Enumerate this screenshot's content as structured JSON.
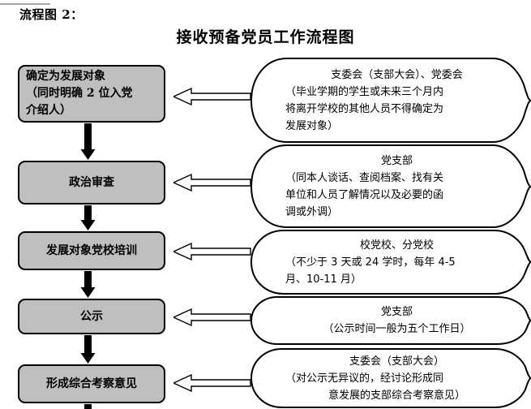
{
  "document": {
    "label": "流程图 2：",
    "title": "接收预备党员工作流程图"
  },
  "colors": {
    "box_fill": "#BFBFBF",
    "box_border": "#000000",
    "bubble_fill": "#FFFFFF",
    "bubble_border": "#000000",
    "arrow_solid": "#000000",
    "rule": "#A6A6A6",
    "text": "#000000"
  },
  "flow": {
    "steps": [
      {
        "id": "step-1",
        "box_label": "确定为发展对象\n（同时明确 2 位入党\n介绍人）",
        "note": {
          "heading": "支委会（支部大会）、党委会",
          "lines": [
            "（毕业学期的学生或未来三个月内",
            "将离开学校的其他人员不得确定为",
            "发展对象）"
          ]
        }
      },
      {
        "id": "step-2",
        "box_label": "政治审查",
        "note": {
          "heading": "党支部",
          "lines": [
            "（同本人谈话、查阅档案、找有关",
            "单位和人员了解情况以及必要的函",
            "调或外调）"
          ]
        }
      },
      {
        "id": "step-3",
        "box_label": "发展对象党校培训",
        "note": {
          "heading": "校党校、分党校",
          "lines": [
            "（不少于 3 天或 24 学时，每年 4-5",
            "月、10-11 月）"
          ]
        }
      },
      {
        "id": "step-4",
        "box_label": "公示",
        "note": {
          "heading": "党支部",
          "lines": [
            "（公示时间一般为五个工作日）"
          ]
        }
      },
      {
        "id": "step-5",
        "box_label": "形成综合考察意见",
        "note": {
          "heading": "支委会（支部大会）",
          "lines": [
            "（对公示无异议的，经讨论形成同",
            "意发展的支部综合考察意见）"
          ]
        }
      }
    ],
    "connector_count": 5,
    "callout_arrow_count": 5
  },
  "chart_data": {
    "type": "diagram",
    "title": "接收预备党员工作流程图",
    "orientation": "top-to-bottom",
    "nodes": [
      "确定为发展对象（同时明确 2 位入党介绍人）",
      "政治审查",
      "发展对象党校培训",
      "公示",
      "形成综合考察意见"
    ],
    "annotations": [
      "支委会（支部大会）、党委会（毕业学期的学生或未来三个月内将离开学校的其他人员不得确定为发展对象）",
      "党支部（同本人谈话、查阅档案、找有关单位和人员了解情况以及必要的函调或外调）",
      "校党校、分党校（不少于 3 天或 24 学时，每年 4-5 月、10-11 月）",
      "党支部（公示时间一般为五个工作日）",
      "支委会（支部大会）（对公示无异议的，经讨论形成同意发展的支部综合考察意见）"
    ]
  }
}
